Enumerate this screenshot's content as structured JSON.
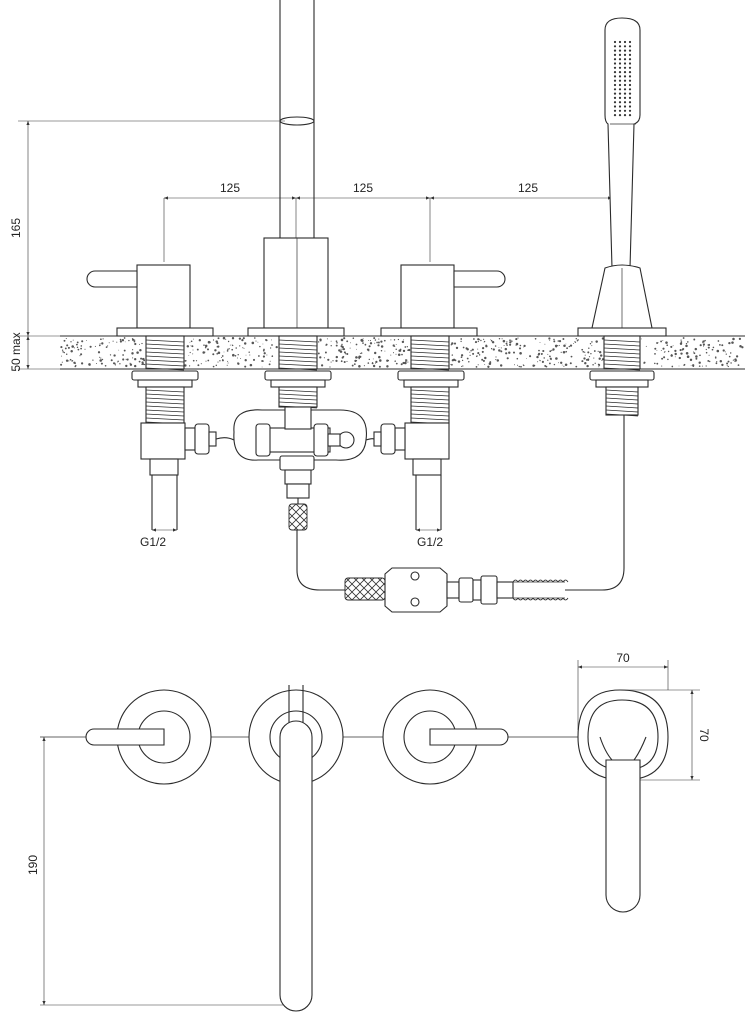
{
  "dimensions": {
    "spacing_1": "125",
    "spacing_2": "125",
    "spacing_3": "125",
    "spout_height": "165",
    "deck_thickness": "50 max",
    "inlet_left": "G1/2",
    "inlet_right": "G1/2",
    "outlet_height": "190",
    "escutcheon_width": "70",
    "escutcheon_depth": "70"
  },
  "colors": {
    "line": "#2b2b2b",
    "deck_speckle": "#555555",
    "background": "#ffffff"
  }
}
